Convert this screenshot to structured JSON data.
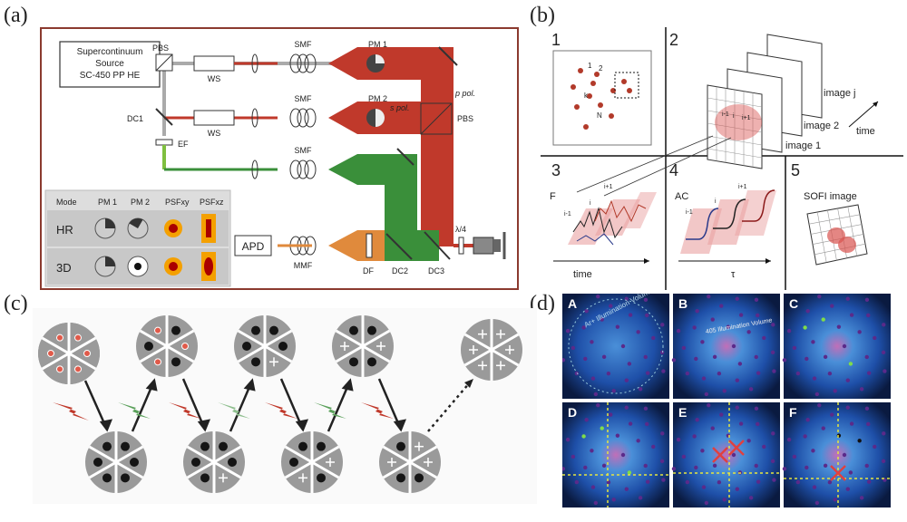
{
  "panels": {
    "a": {
      "label": "(a)",
      "source_line1": "Supercontinuum",
      "source_line2": "Source",
      "source_line3": "SC-450 PP HE",
      "pbs_top": "PBS",
      "ws1": "WS",
      "ws2": "WS",
      "smf1": "SMF",
      "smf2": "SMF",
      "smf3": "SMF",
      "mmf": "MMF",
      "pm1": "PM 1",
      "pm2": "PM 2",
      "p_pol": "p pol.",
      "s_pol": "s pol.",
      "pbs_right": "PBS",
      "dc1": "DC1",
      "ef": "EF",
      "apd": "APD",
      "df": "DF",
      "dc2": "DC2",
      "dc3": "DC3",
      "lambda4": "λ/4",
      "table_headers": [
        "Mode",
        "PM 1",
        "PM 2",
        "PSFxy",
        "PSFxz"
      ],
      "table_rows": [
        "HR",
        "3D"
      ]
    },
    "b": {
      "label": "(b)",
      "q1": "1",
      "q2": "2",
      "q3": "3",
      "q4": "4",
      "q5": "5",
      "dot_labels": [
        "1",
        "2",
        "k",
        "N"
      ],
      "image_j": "image j",
      "image_2": "image 2",
      "image_1": "image 1",
      "time_arrow": "time",
      "pixel_labels": [
        "i-1",
        "i",
        "i+1"
      ],
      "f_axis": "F",
      "time_axis": "time",
      "ac_axis": "AC",
      "tau_axis": "τ",
      "sofi_title": "SOFI image"
    },
    "c": {
      "label": "(c)"
    },
    "d": {
      "label": "(d)",
      "tiles": [
        "A",
        "B",
        "C",
        "D",
        "E",
        "F"
      ],
      "ar_volume": "Ar+ Illumination Volume",
      "v405_volume": "405 Illumination Volume"
    }
  },
  "colors": {
    "red_beam": "#c0392b",
    "green_beam": "#3a8f3a",
    "orange_beam": "#e08a3c",
    "frame": "#8b3a2f",
    "blue_tile": "#1e4fa8"
  }
}
